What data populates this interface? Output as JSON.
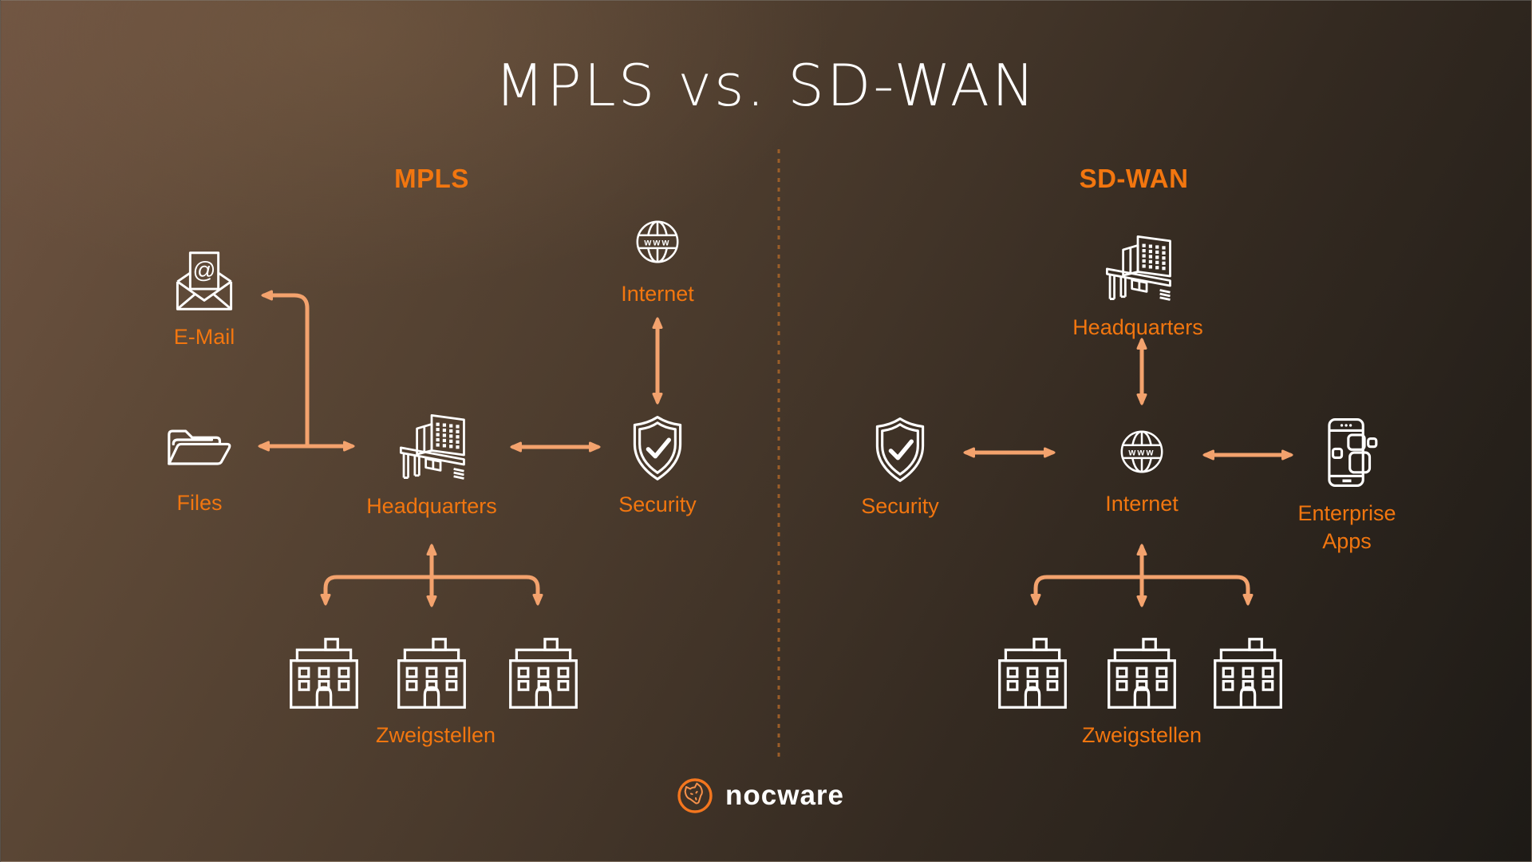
{
  "title": "MPLS vs. SD-WAN",
  "left": {
    "header": "MPLS",
    "nodes": {
      "email": "E-Mail",
      "files": "Files",
      "headquarters": "Headquarters",
      "internet": "Internet",
      "security": "Security",
      "branches": "Zweigstellen"
    }
  },
  "right": {
    "header": "SD-WAN",
    "nodes": {
      "headquarters": "Headquarters",
      "security": "Security",
      "internet": "Internet",
      "enterprise_apps": "Enterprise Apps",
      "branches": "Zweigstellen"
    }
  },
  "icons": {
    "at_symbol": "@",
    "globe_text": "www",
    "email": "email-icon",
    "files": "folder-icon",
    "headquarters": "office-building-icon",
    "internet": "globe-www-icon",
    "security": "shield-check-icon",
    "branches": "branch-building-icon",
    "enterprise_apps": "smartphone-apps-icon",
    "brand": "fox-icon"
  },
  "footer": {
    "brand": "nocware"
  },
  "colors": {
    "accent": "#f2760f",
    "arrow": "#f3a26d",
    "divider": "#a06028",
    "icon": "#ffffff",
    "background_start": "#705543",
    "background_end": "#1d1a16"
  }
}
